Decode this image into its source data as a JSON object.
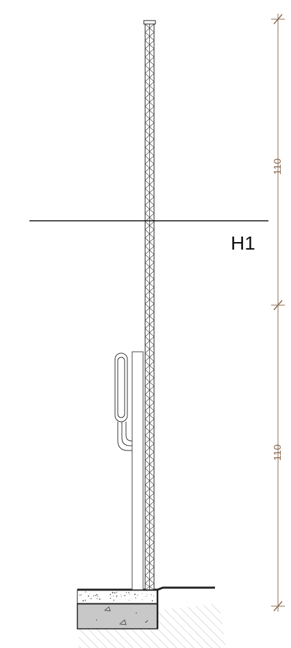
{
  "drawing": {
    "level_label": "H1",
    "dimensions": [
      {
        "value": "110"
      },
      {
        "value": "110"
      }
    ]
  },
  "colors": {
    "line": "#222222",
    "dimension": "#8a6a50",
    "concrete": "#c8c8c8",
    "hatch": "#9a9a9a"
  }
}
